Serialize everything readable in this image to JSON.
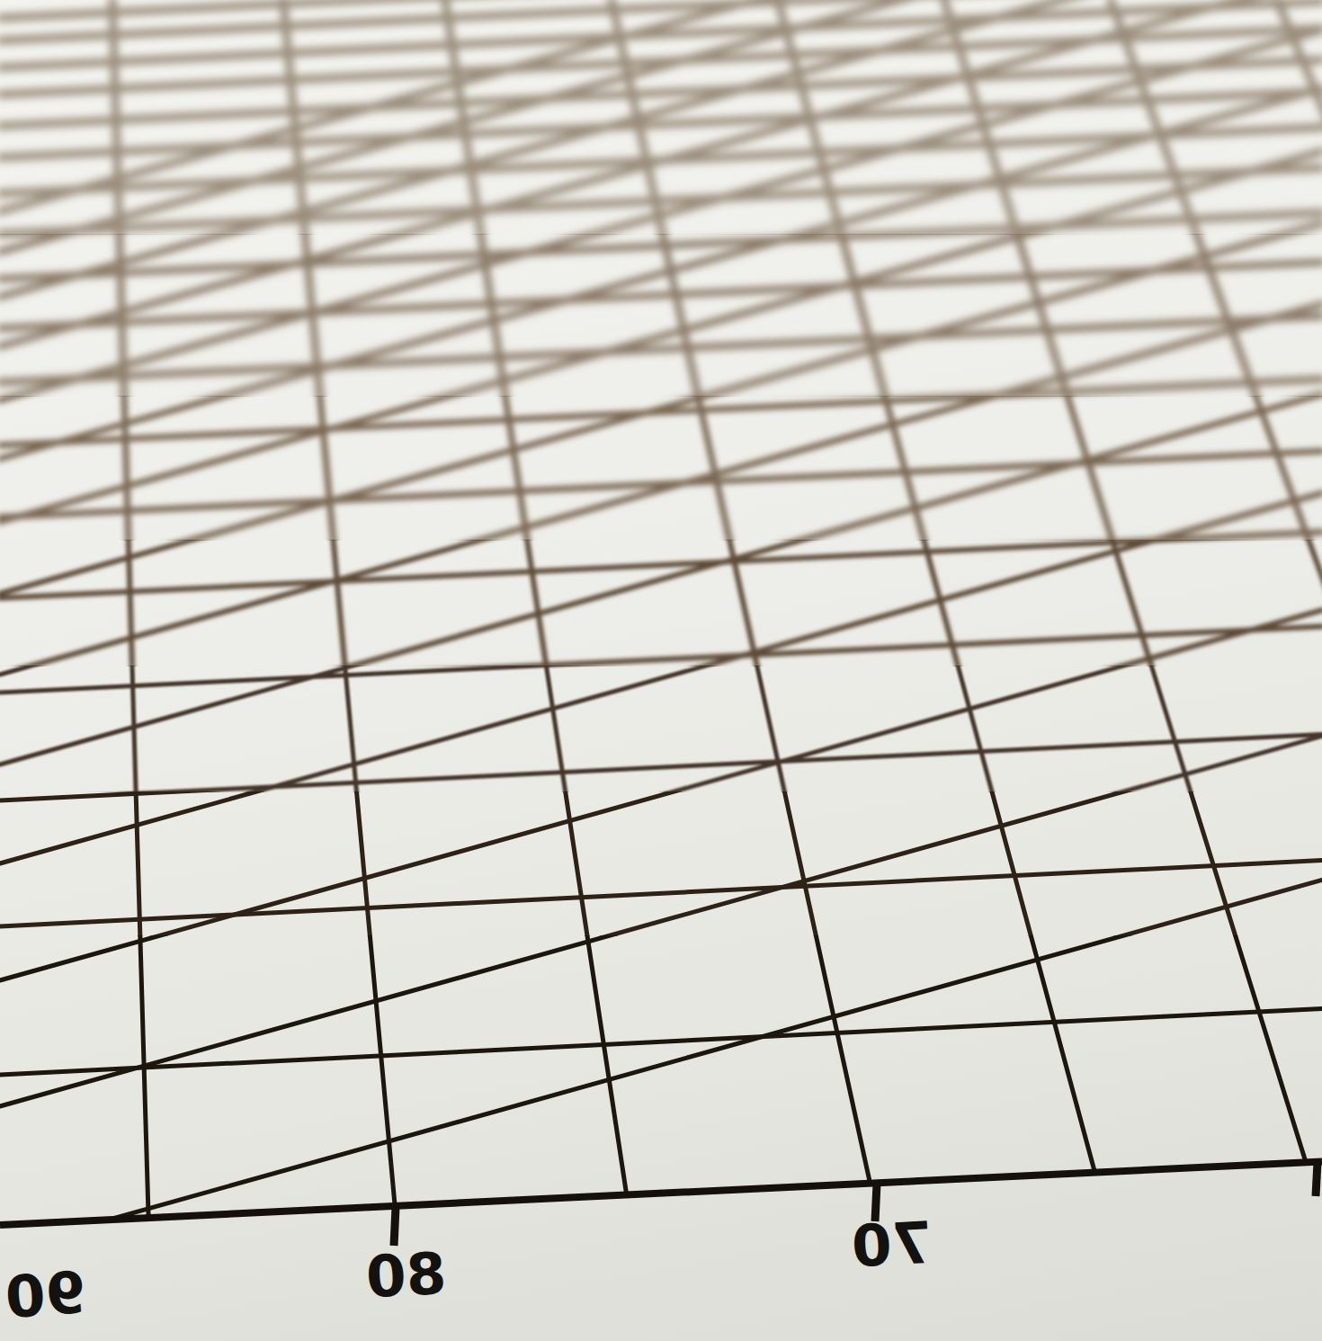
{
  "diagram": {
    "labels": [
      "90",
      "80",
      "70"
    ]
  }
}
